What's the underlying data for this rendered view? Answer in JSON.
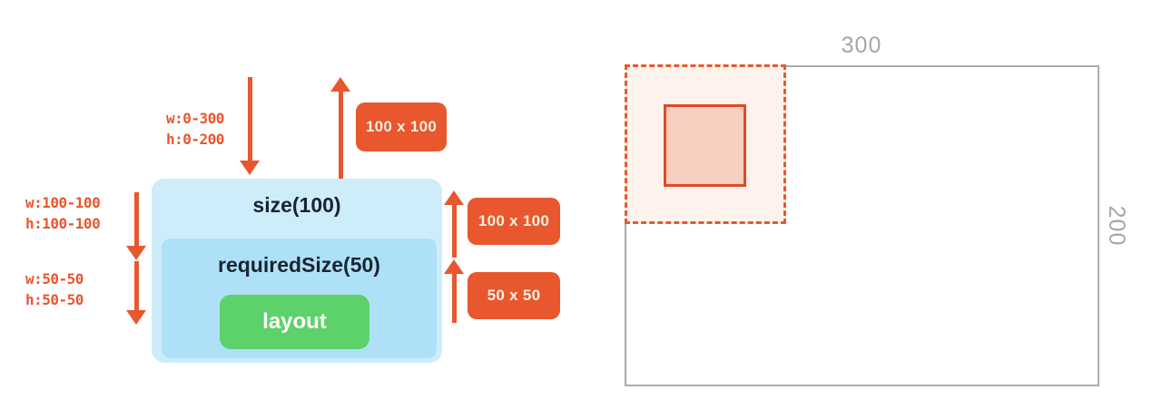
{
  "colors": {
    "orange": "#E8572E",
    "orange-deep": "#DD4B28",
    "badge-text": "#FAEEDC",
    "outer-box": "#CDEDFA",
    "inner-box": "#AEE1F8",
    "green": "#5ED26A",
    "dark-text": "#1A2430",
    "gray-line": "#ABABAB",
    "gray-text": "#A6A6A6",
    "dashed-fill": "#FDF3EC",
    "square-fill": "#F6CFC0",
    "white": "#FFFFFF"
  },
  "left_diagram": {
    "incoming_constraints": {
      "line1": "w:0-300",
      "line2": "h:0-200"
    },
    "size_constraints": {
      "line1": "w:100-100",
      "line2": "h:100-100"
    },
    "required_constraints": {
      "line1": "w:50-50",
      "line2": "h:50-50"
    },
    "size_box_label": "size(100)",
    "required_box_label": "requiredSize(50)",
    "layout_label": "layout",
    "badge_top": "100 x 100",
    "badge_middle": "100 x 100",
    "badge_bottom": "50 x 50"
  },
  "right_diagram": {
    "width_label": "300",
    "height_label": "200"
  }
}
